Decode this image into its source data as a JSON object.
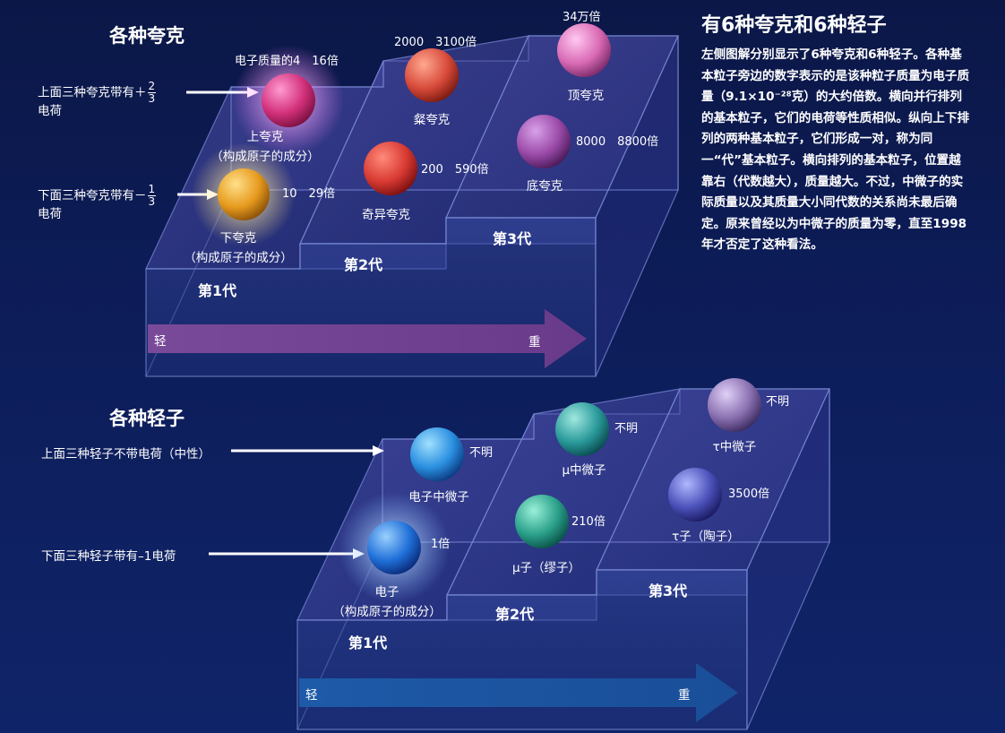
{
  "description": {
    "title": "有6种夸克和6种轻子",
    "body": "左侧图解分别显示了6种夸克和6种轻子。各种基本粒子旁边的数字表示的是该种粒子质量为电子质量（9.1×10⁻²⁸克）的大约倍数。横向并行排列的基本粒子，它们的电荷等性质相似。纵向上下排列的两种基本粒子，它们形成一对，称为同一“代”基本粒子。横向排列的基本粒子，位置越靠右（代数越大），质量越大。不过，中微子的实际质量以及其质量大小同代数的关系尚未最后确定。原来曾经以为中微子的质量为零，直至1998年才否定了这种看法。"
  },
  "quarks": {
    "title": "各种夸克",
    "upper_note": {
      "prefix": "上面三种夸克带有＋",
      "num": "2",
      "den": "3",
      "suffix": "电荷"
    },
    "lower_note": {
      "prefix": "下面三种夸克带有－",
      "num": "1",
      "den": "3",
      "suffix": "电荷"
    },
    "gen1": "第1代",
    "gen2": "第2代",
    "gen3": "第3代",
    "arrow_light": "轻",
    "arrow_heavy": "重",
    "up": {
      "name": "上夸克",
      "sub": "（构成原子的成分）",
      "mass": "电子质量的4　16倍",
      "color": "#d2307a"
    },
    "down": {
      "name": "下夸克",
      "sub": "（构成原子的成分）",
      "mass": "10　29倍",
      "color": "#e69a1d"
    },
    "charm": {
      "name": "粲夸克",
      "mass": "2000　3100倍",
      "color": "#d84a3a"
    },
    "strange": {
      "name": "奇异夸克",
      "mass": "200　590倍",
      "color": "#d83a32"
    },
    "top": {
      "name": "顶夸克",
      "mass": "34万倍",
      "color": "#d96ab4"
    },
    "bottom": {
      "name": "底夸克",
      "mass": "8000　8800倍",
      "color": "#9a4aa8"
    }
  },
  "leptons": {
    "title": "各种轻子",
    "upper_note": "上面三种轻子不带电荷（中性）",
    "lower_note": "下面三种轻子带有–1电荷",
    "gen1": "第1代",
    "gen2": "第2代",
    "gen3": "第3代",
    "arrow_light": "轻",
    "arrow_heavy": "重",
    "e_neutrino": {
      "name": "电子中微子",
      "mass": "不明",
      "color": "#2a8fe0"
    },
    "electron": {
      "name": "电子",
      "sub": "（构成原子的成分）",
      "mass": "1倍",
      "color": "#1f6fd8"
    },
    "mu_neutrino": {
      "name": "μ中微子",
      "mass": "不明",
      "color": "#2a9a9a"
    },
    "muon": {
      "name": "μ子（缪子）",
      "mass": "210倍",
      "color": "#2aa08a"
    },
    "tau_neutrino": {
      "name": "τ中微子",
      "mass": "不明",
      "color": "#8a70b0"
    },
    "tau": {
      "name": "τ子（陶子）",
      "mass": "3500倍",
      "color": "#4a50b8"
    }
  }
}
